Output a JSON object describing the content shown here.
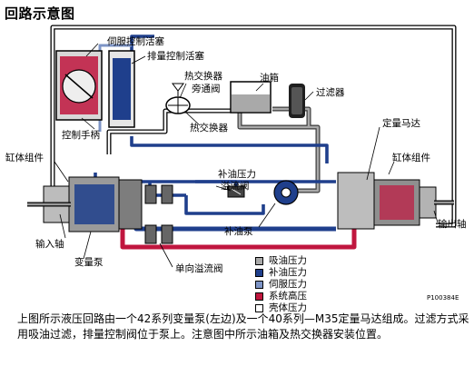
{
  "title": "回路示意图",
  "labels": {
    "servo_piston": "伺服控制活塞",
    "displacement_piston": "排量控制活塞",
    "control_handle": "控制手柄",
    "hx_bypass_1": "热交换器",
    "hx_bypass_2": "旁通阀",
    "heat_exchanger": "热交换器",
    "tank": "油箱",
    "filter": "过滤器",
    "fixed_motor": "定量马达",
    "cylinder_left": "缸体组件",
    "cylinder_right": "缸体组件",
    "charge_relief_1": "补油压力",
    "charge_relief_2": "溢流阀",
    "charge_pump": "补油泵",
    "input_shaft": "输入轴",
    "variable_pump": "变量泵",
    "check_relief": "单向溢流阀",
    "output_shaft": "输出轴"
  },
  "legend": [
    {
      "label": "吸油压力",
      "color": "#a9a9a9"
    },
    {
      "label": "补油压力",
      "color": "#1f3f8c"
    },
    {
      "label": "伺服压力",
      "color": "#7d94c6"
    },
    {
      "label": "系统高压",
      "color": "#c0163e"
    },
    {
      "label": "壳体压力",
      "color": "#ffffff"
    }
  ],
  "part_code": "P100384E",
  "caption": "上图所示液压回路由一个42系列变量泵(左边)及一个40系列—M35定量马达组成。过滤方式采用吸油过滤，排量控制阀位于泵上。注意图中所示油箱及热交换器安装位置。"
}
